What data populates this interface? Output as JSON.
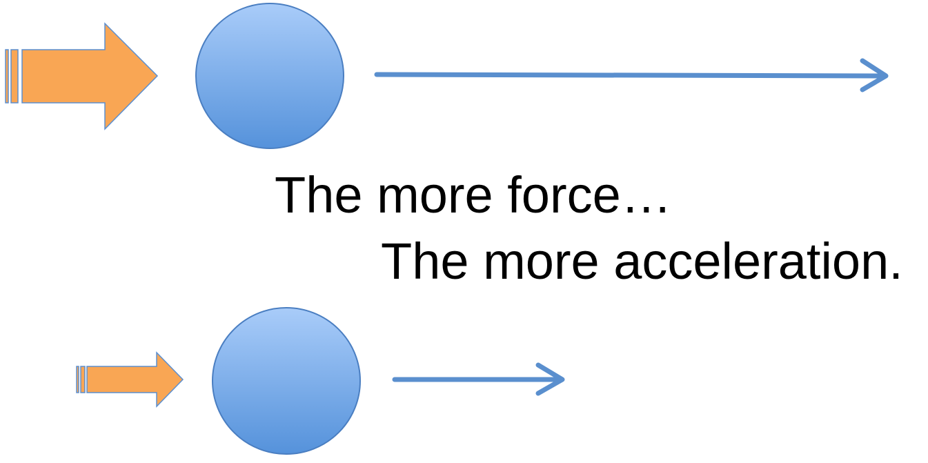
{
  "text": {
    "line1": "The more force…",
    "line2": "The more acceleration."
  },
  "colors": {
    "force_arrow_fill": "#F9A654",
    "force_arrow_stroke": "#5B8FD0",
    "ball_top": "#A9CCF9",
    "ball_bottom": "#5592DB",
    "ball_stroke": "#4A7EC1",
    "motion_arrow": "#5A8FCE",
    "text": "#000000"
  },
  "scenes": [
    {
      "id": "large-force",
      "force": "large",
      "acceleration": "large"
    },
    {
      "id": "small-force",
      "force": "small",
      "acceleration": "small"
    }
  ]
}
